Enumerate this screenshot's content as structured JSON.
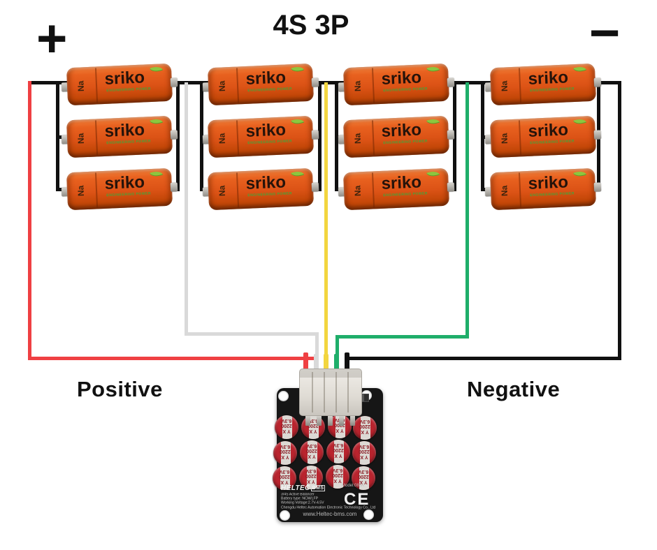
{
  "title": "4S 3P",
  "labels": {
    "positive_symbol": "+",
    "negative_symbol": "−",
    "positive": "Positive",
    "negative": "Negative"
  },
  "pack": {
    "configuration": "4S 3P",
    "series_groups": 4,
    "cells_per_group": 3
  },
  "battery": {
    "brand": "sriko",
    "tagline": "ENGINEERING POWER",
    "chemistry": "Na",
    "body_color": "#dc5316"
  },
  "wires": {
    "positive_color": "#ef4043",
    "negative_color": "#101010",
    "bus_color": "#101010",
    "balance_white": "#d9d9d9",
    "balance_yellow": "#f2d53f",
    "balance_green": "#1fae6a"
  },
  "board": {
    "logo": "HELTEC",
    "logo_suffix": "BMS",
    "model": "Model:085A",
    "spec_line1": "3/4S Active Balancer",
    "spec_line2": "Battery type: NCM/LFP",
    "spec_line3": "Working Voltage:2.7V-4.5V",
    "spec_line4": "Chengdu Heltec Automation Electronic Technology Co., Ltd",
    "ce_mark": "CE",
    "website": "www.Heltec-bms.com",
    "capacitor": {
      "brand": "Y X",
      "capacity": "2200",
      "voltage": "6.3V"
    }
  }
}
